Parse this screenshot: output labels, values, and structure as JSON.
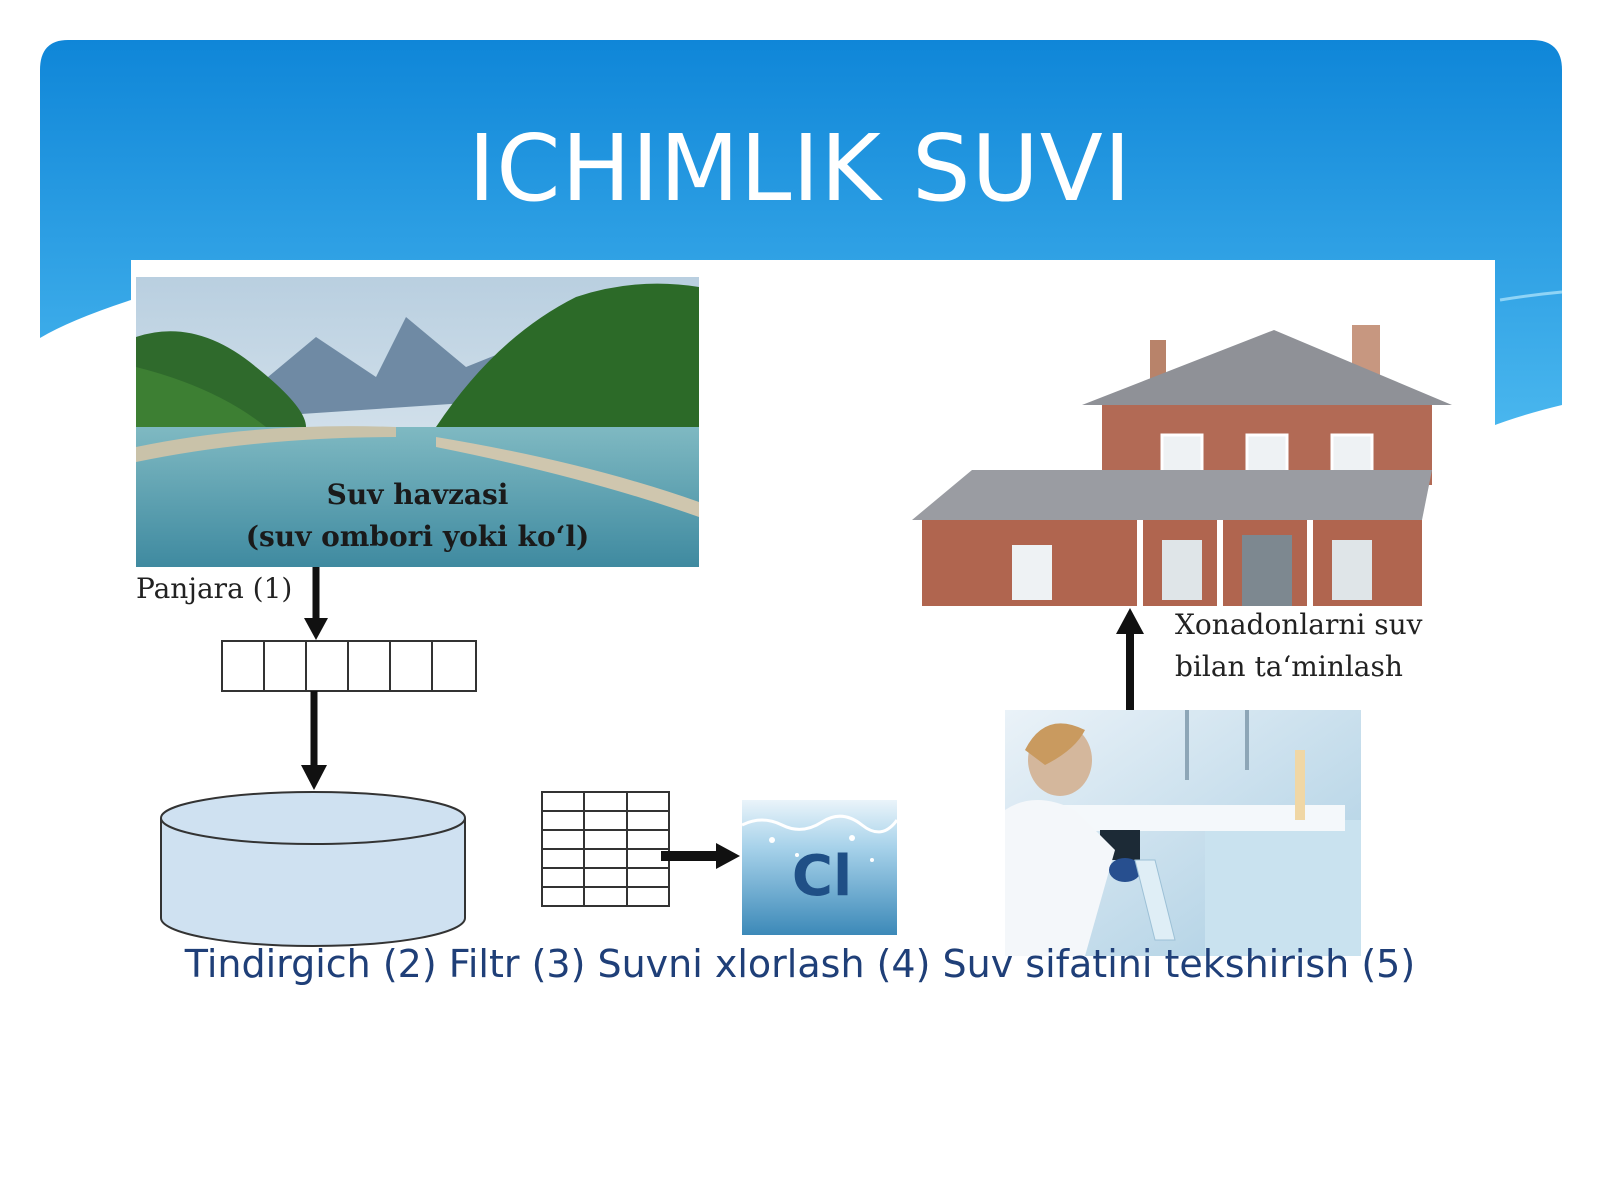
{
  "slide": {
    "title": "ICHIMLIK SUVI",
    "colors": {
      "header_top": "#0f86d8",
      "header_bottom": "#48b6ee",
      "caption": "#1f3f78"
    }
  },
  "diagram": {
    "lake_label_line1": "Suv havzasi",
    "lake_label_line2": "(suv ombori yoki ko‘l)",
    "grate_label": "Panjara (1)",
    "supply_label_line1": "Xonadonlarni suv",
    "supply_label_line2": "bilan ta‘minlash",
    "chlorine_symbol": "Cl",
    "caption": "Tindirgich (2) Filtr (3) Suvni xlorlash (4) Suv sifatini tekshirish (5)"
  }
}
